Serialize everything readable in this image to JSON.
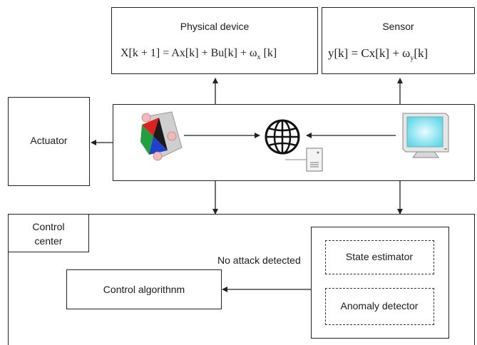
{
  "physical_device": {
    "title": "Physical device",
    "equation": {
      "lhs": "X[k + 1] = Ax[k] + Bu[k] + ω",
      "sub": "x",
      "rhs": " [k]"
    }
  },
  "sensor": {
    "title": "Sensor",
    "equation": {
      "lhs": "y[k]  =  Cx[k]  +  ω",
      "sub": "y",
      "rhs": "[k]"
    }
  },
  "actuator": {
    "title": "Actuator"
  },
  "control_center": {
    "title_line1": "Control",
    "title_line2": "center",
    "algorithm_label": "Control algorithnm",
    "state_estimator_label": "State estimator",
    "anomaly_detector_label": "Anomaly detector",
    "no_attack_label": "No attack detected"
  },
  "icons": {
    "plant": "industrial-plant-icon",
    "network": "globe-network-icon",
    "server": "server-icon",
    "monitor": "monitor-icon"
  },
  "colors": {
    "line": "#222222",
    "monitor_screen": "#7fe6f0",
    "plant_red": "#e02020",
    "plant_green": "#20a040",
    "plant_blue": "#2040d0",
    "plant_yellow": "#f0c020"
  }
}
